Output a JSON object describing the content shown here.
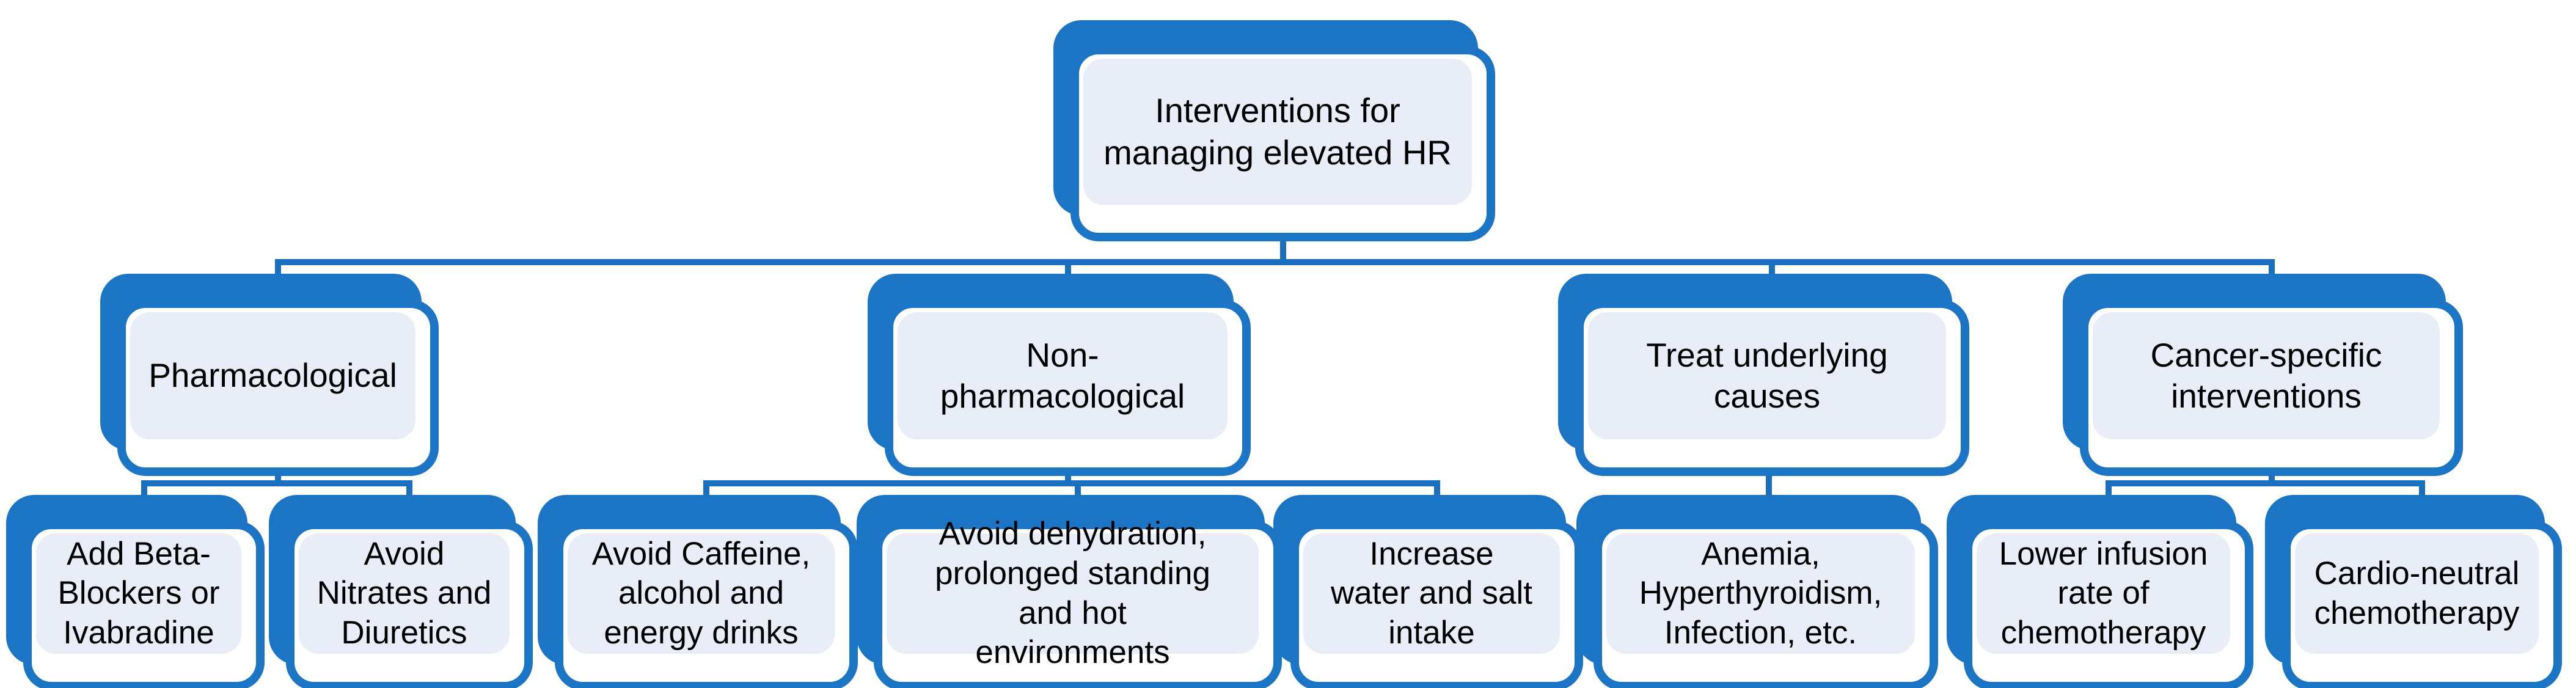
{
  "diagram_title": "Interventions for managing elevated HR",
  "palette": {
    "accent_blue": "#1c75c4",
    "connector_blue": "#1b6fbf",
    "box_fill_light": "#e9edf8",
    "box_face_white": "#ffffff",
    "text_color": "#000000"
  },
  "nodes": {
    "root": {
      "label": "Interventions for\nmanaging elevated HR"
    },
    "pharmacological": {
      "label": "Pharmacological"
    },
    "nonpharmacological": {
      "label": "Non-\npharmacological"
    },
    "treat_underlying": {
      "label": "Treat underlying\ncauses"
    },
    "cancer_specific": {
      "label": "Cancer-specific\ninterventions"
    },
    "beta_blockers": {
      "label": "Add Beta-\nBlockers or\nIvabradine"
    },
    "nitrates": {
      "label": "Avoid\nNitrates and\nDiuretics"
    },
    "caffeine": {
      "label": "Avoid Caffeine,\nalcohol and\nenergy drinks"
    },
    "dehydration": {
      "label": "Avoid dehydration,\nprolonged standing\nand hot\nenvironments"
    },
    "water_salt": {
      "label": "Increase\nwater and salt\nintake"
    },
    "anemia": {
      "label": "Anemia,\nHyperthyroidism,\nInfection, etc."
    },
    "infusion_rate": {
      "label": "Lower infusion\nrate of\nchemotherapy"
    },
    "cardio_neutral": {
      "label": "Cardio-neutral\nchemotherapy"
    }
  },
  "edges": [
    {
      "from": "root",
      "to": "pharmacological"
    },
    {
      "from": "root",
      "to": "nonpharmacological"
    },
    {
      "from": "root",
      "to": "treat_underlying"
    },
    {
      "from": "root",
      "to": "cancer_specific"
    },
    {
      "from": "pharmacological",
      "to": "beta_blockers"
    },
    {
      "from": "pharmacological",
      "to": "nitrates"
    },
    {
      "from": "nonpharmacological",
      "to": "caffeine"
    },
    {
      "from": "nonpharmacological",
      "to": "dehydration"
    },
    {
      "from": "nonpharmacological",
      "to": "water_salt"
    },
    {
      "from": "treat_underlying",
      "to": "anemia"
    },
    {
      "from": "cancer_specific",
      "to": "infusion_rate"
    },
    {
      "from": "cancer_specific",
      "to": "cardio_neutral"
    }
  ]
}
